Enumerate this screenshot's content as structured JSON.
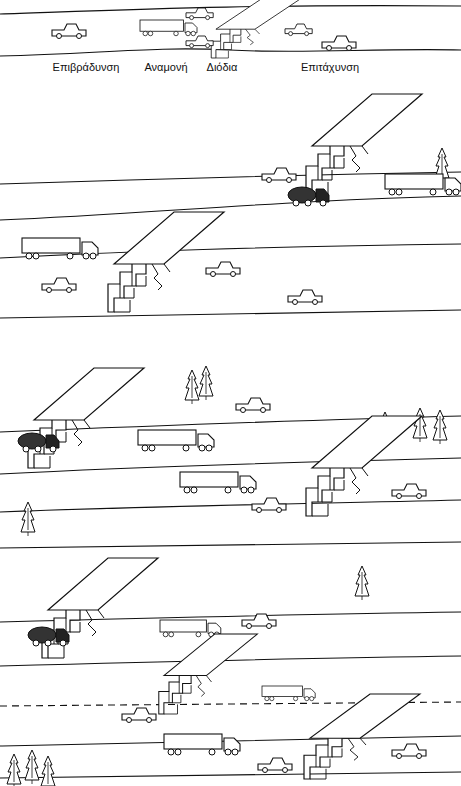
{
  "diagram": {
    "labels": [
      "Επιβράδυνση",
      "Αναμονή",
      "Διόδια",
      "Επιτάχυνση"
    ]
  }
}
